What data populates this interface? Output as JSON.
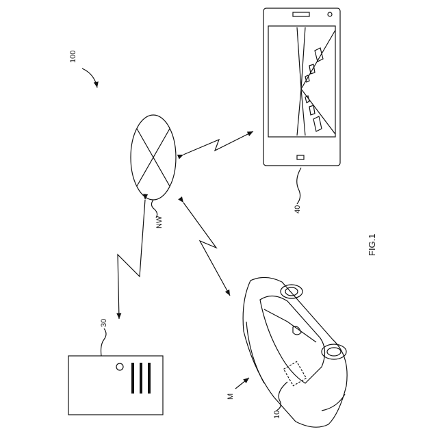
{
  "figure": {
    "caption": "FIG.1",
    "system_ref": "100",
    "network_ref": "NW",
    "server_ref": "30",
    "terminal_ref": "40",
    "vehicle_ref": "M",
    "device_ref": "10"
  },
  "colors": {
    "ink": "#111111",
    "background": "#ffffff"
  }
}
